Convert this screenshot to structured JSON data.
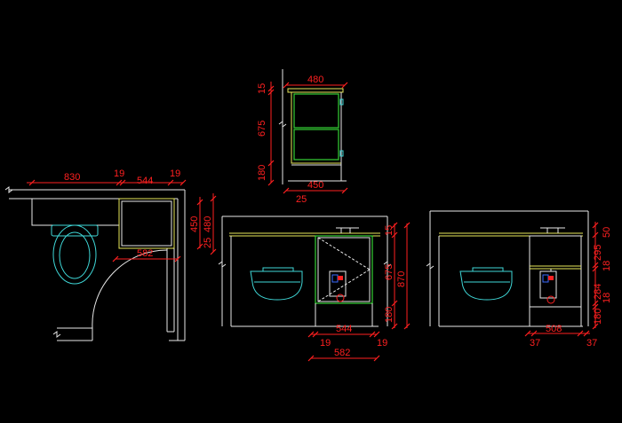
{
  "colors": {
    "background": "#000000",
    "wall": "#e8e8e8",
    "cabinet_outline": "#e8e85a",
    "cabinet_door": "#35d235",
    "fixture": "#3fd8d8",
    "dimension": "#ff2020",
    "pipe_marker": "#3a6cff"
  },
  "dimensions": {
    "cabinet_section": {
      "top_width": "480",
      "bottom_width": "450",
      "offset": "25",
      "top_thickness": "15",
      "body_height": "675",
      "base_height": "180"
    },
    "plan_view": {
      "toilet_zone": "830",
      "gap_a": "19",
      "cabinet_width": "544",
      "gap_b": "19",
      "inner_width": "582",
      "depth_outer": "480",
      "depth_inner": "450",
      "side_gap": "25"
    },
    "elevation_a": {
      "top": "15",
      "door_height": "675",
      "total_height": "870",
      "base": "180",
      "door_width": "544",
      "left_gap": "19",
      "right_gap": "19",
      "overall_width": "582"
    },
    "elevation_b": {
      "top": "50",
      "shelf_1": "295",
      "gap_1": "18",
      "shelf_2": "284",
      "gap_2": "18",
      "base": "180",
      "cabinet_width": "508",
      "left_gap": "37",
      "right_gap": "37"
    }
  }
}
